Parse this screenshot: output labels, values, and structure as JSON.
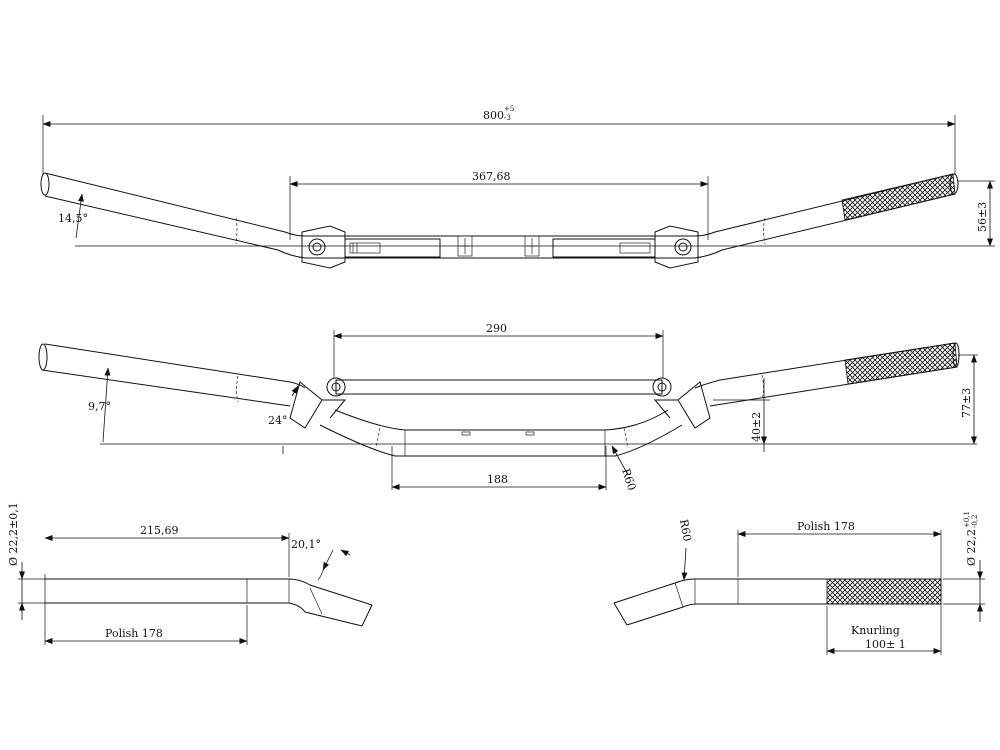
{
  "top_view": {
    "overall_width": "800",
    "overall_tol_upper": "+5",
    "overall_tol_lower": "-3",
    "clamp_span": "367,68",
    "sweep_angle": "14,5°",
    "rise": "56±3"
  },
  "front_view": {
    "crossbar_span": "290",
    "pullback_angle": "9,7°",
    "crossbar_angle": "24°",
    "center_width": "188",
    "bend_radius": "R60",
    "crossbar_height": "40±2",
    "height": "77±3"
  },
  "left_detail": {
    "diameter": "Ø 22,2±0,1",
    "straight_length": "215,69",
    "bend_angle": "20,1°",
    "polish": "Polish 178"
  },
  "right_detail": {
    "bend_radius": "R60",
    "polish": "Polish 178",
    "diameter": "Ø 22,2",
    "diameter_tol_upper": "+0,1",
    "diameter_tol_lower": "-0,2",
    "knurling_label": "Knurling",
    "knurling_length": "100± 1"
  }
}
